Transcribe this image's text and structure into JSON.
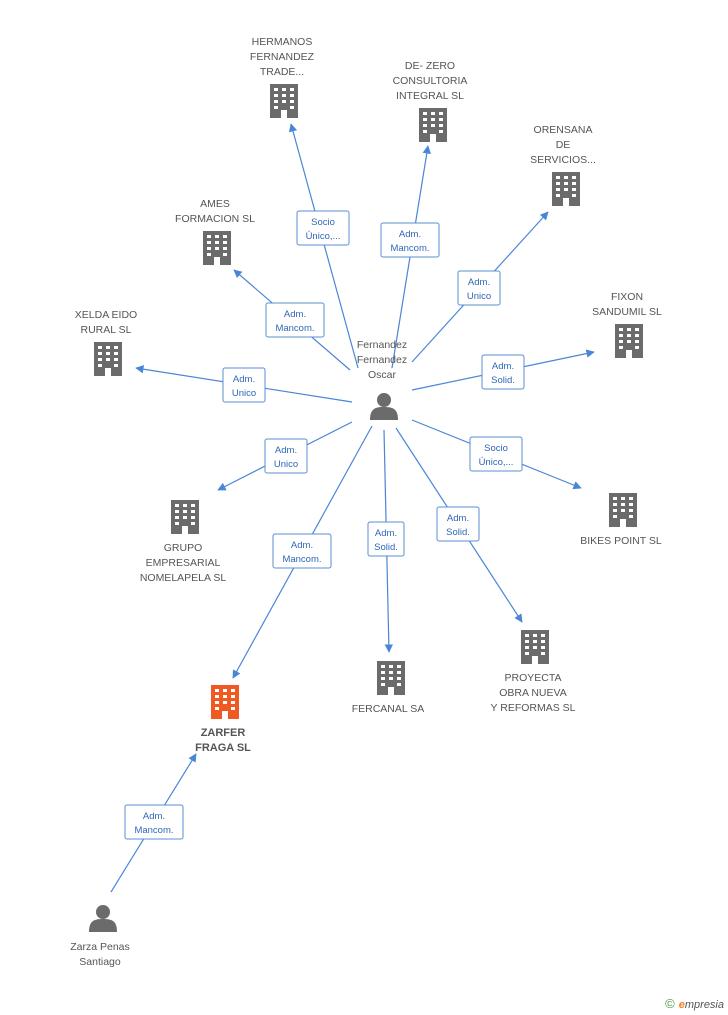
{
  "colors": {
    "company": "#6b6b6b",
    "focus": "#f05a22",
    "person": "#6b6b6b",
    "edge": "#4a86d6"
  },
  "nodes": [
    {
      "id": "hermanos",
      "type": "company",
      "lines": [
        "HERMANOS",
        "FERNANDEZ",
        "TRADE..."
      ]
    },
    {
      "id": "dezero",
      "type": "company",
      "lines": [
        "DE- ZERO",
        "CONSULTORIA",
        "INTEGRAL SL"
      ]
    },
    {
      "id": "orensana",
      "type": "company",
      "lines": [
        "ORENSANA",
        "DE",
        "SERVICIOS..."
      ]
    },
    {
      "id": "ames",
      "type": "company",
      "lines": [
        "AMES",
        "FORMACION SL"
      ]
    },
    {
      "id": "fixon",
      "type": "company",
      "lines": [
        "FIXON",
        "SANDUMIL SL"
      ]
    },
    {
      "id": "xelda",
      "type": "company",
      "lines": [
        "XELDA EIDO",
        "RURAL SL"
      ]
    },
    {
      "id": "oscar",
      "type": "person",
      "lines": [
        "Fernandez",
        "Fernandez",
        "Oscar"
      ]
    },
    {
      "id": "grupo",
      "type": "company",
      "lines": [
        "GRUPO",
        "EMPRESARIAL",
        "NOMELAPELA SL"
      ]
    },
    {
      "id": "bikes",
      "type": "company",
      "lines": [
        "BIKES POINT  SL"
      ]
    },
    {
      "id": "proyecta",
      "type": "company",
      "lines": [
        "PROYECTA",
        "OBRA NUEVA",
        "Y REFORMAS SL"
      ]
    },
    {
      "id": "fercanal",
      "type": "company",
      "lines": [
        "FERCANAL SA"
      ]
    },
    {
      "id": "zarfer",
      "type": "focus",
      "lines": [
        "ZARFER",
        "FRAGA SL"
      ]
    },
    {
      "id": "zarza",
      "type": "person",
      "lines": [
        "Zarza Penas",
        "Santiago"
      ]
    }
  ],
  "edges": [
    {
      "from": "oscar",
      "to": "hermanos",
      "label": [
        "Socio",
        "Único,..."
      ]
    },
    {
      "from": "oscar",
      "to": "dezero",
      "label": [
        "Adm.",
        "Mancom."
      ]
    },
    {
      "from": "oscar",
      "to": "orensana",
      "label": [
        "Adm.",
        "Unico"
      ]
    },
    {
      "from": "oscar",
      "to": "ames",
      "label": [
        "Adm.",
        "Mancom."
      ]
    },
    {
      "from": "oscar",
      "to": "fixon",
      "label": [
        "Adm.",
        "Solid."
      ]
    },
    {
      "from": "oscar",
      "to": "xelda",
      "label": [
        "Adm.",
        "Unico"
      ]
    },
    {
      "from": "oscar",
      "to": "grupo",
      "label": [
        "Adm.",
        "Unico"
      ]
    },
    {
      "from": "oscar",
      "to": "bikes",
      "label": [
        "Socio",
        "Único,..."
      ]
    },
    {
      "from": "oscar",
      "to": "proyecta",
      "label": [
        "Adm.",
        "Solid."
      ]
    },
    {
      "from": "oscar",
      "to": "fercanal",
      "label": [
        "Adm.",
        "Solid."
      ]
    },
    {
      "from": "oscar",
      "to": "zarfer",
      "label": [
        "Adm.",
        "Mancom."
      ]
    },
    {
      "from": "zarza",
      "to": "zarfer",
      "label": [
        "Adm.",
        "Mancom."
      ]
    }
  ],
  "footer": {
    "copyright": "©",
    "brand_e": "e",
    "brand_rest": "mpresia"
  }
}
